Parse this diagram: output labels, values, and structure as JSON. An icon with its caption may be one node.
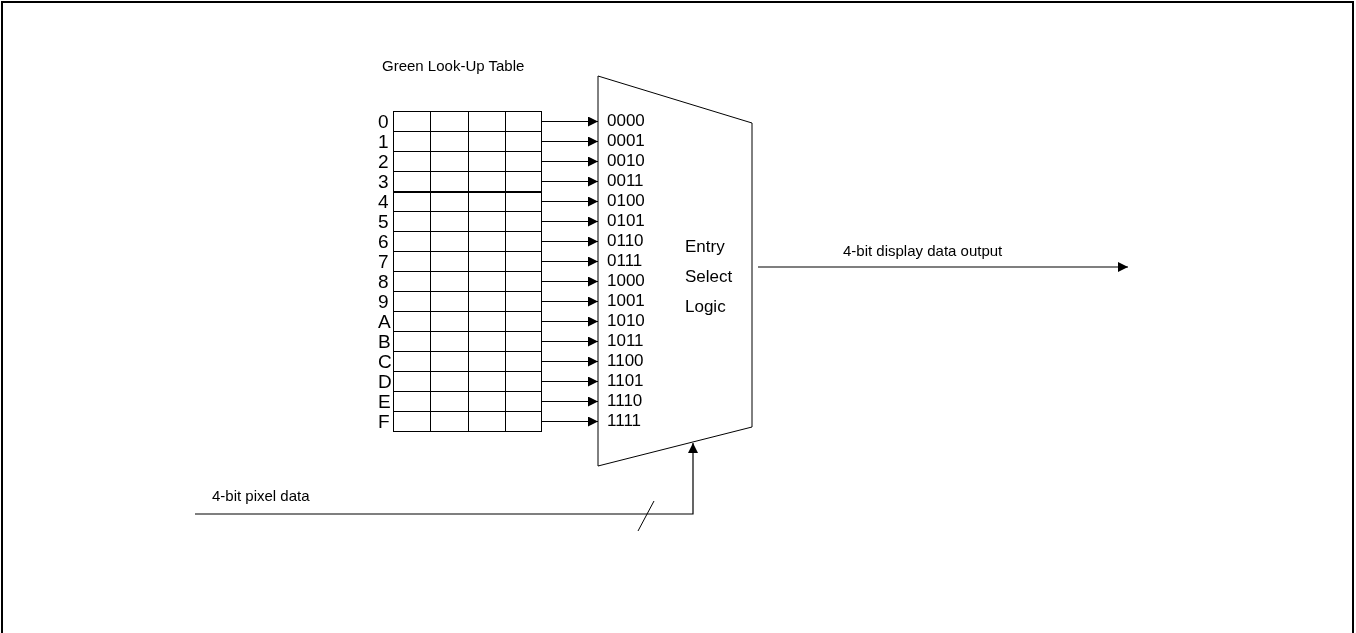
{
  "diagram": {
    "nodes": [
      {
        "text": [
          "Green Look-Up Table"
        ]
      },
      {
        "text": [
          "0"
        ],
        "in": 0
      },
      {
        "text": [
          "1"
        ],
        "in": 0
      },
      {
        "text": [
          "2"
        ],
        "in": 0
      },
      {
        "text": [
          "3"
        ],
        "in": 0
      },
      {
        "text": [
          "4"
        ],
        "in": 0
      },
      {
        "text": [
          "5"
        ],
        "in": 0
      },
      {
        "text": [
          "6"
        ],
        "in": 0
      },
      {
        "text": [
          "7"
        ],
        "in": 0
      },
      {
        "text": [
          "8"
        ],
        "in": 0
      },
      {
        "text": [
          "9"
        ],
        "in": 0
      },
      {
        "text": [
          "A"
        ],
        "in": 0
      },
      {
        "text": [
          "B"
        ],
        "in": 0
      },
      {
        "text": [
          "C"
        ],
        "in": 0
      },
      {
        "text": [
          "D"
        ],
        "in": 0
      },
      {
        "text": [
          "E"
        ],
        "in": 0
      },
      {
        "text": [
          "F"
        ],
        "in": 0
      },
      {
        "text": [
          "0000",
          "0001",
          "0010",
          "0011",
          "0100",
          "0101",
          "0110",
          "0111",
          "1000",
          "1001",
          "1010",
          "1011",
          "1100",
          "1101",
          "1110",
          "1111",
          "Entry Select Logic"
        ]
      }
    ],
    "edges": [
      {
        "from": 1,
        "to": 17,
        "arrow": "to"
      },
      {
        "from": 2,
        "to": 17,
        "arrow": "to"
      },
      {
        "from": 3,
        "to": 17,
        "arrow": "to"
      },
      {
        "from": 4,
        "to": 17,
        "arrow": "to"
      },
      {
        "from": 5,
        "to": 17,
        "arrow": "to"
      },
      {
        "from": 6,
        "to": 17,
        "arrow": "to"
      },
      {
        "from": 7,
        "to": 17,
        "arrow": "to"
      },
      {
        "from": 8,
        "to": 17,
        "arrow": "to"
      },
      {
        "from": 9,
        "to": 17,
        "arrow": "to"
      },
      {
        "from": 10,
        "to": 17,
        "arrow": "to"
      },
      {
        "from": 11,
        "to": 17,
        "arrow": "to"
      },
      {
        "from": 12,
        "to": 17,
        "arrow": "to"
      },
      {
        "from": 13,
        "to": 17,
        "arrow": "to"
      },
      {
        "from": 14,
        "to": 17,
        "arrow": "to"
      },
      {
        "from": 15,
        "to": 17,
        "arrow": "to"
      },
      {
        "from": 16,
        "to": 17,
        "arrow": "to"
      },
      {
        "from": 17,
        "to": null,
        "arrow": "to",
        "label": "4-bit display data output"
      },
      {
        "from": null,
        "to": 17,
        "arrow": "to",
        "label": "4-bit pixel data"
      }
    ]
  }
}
